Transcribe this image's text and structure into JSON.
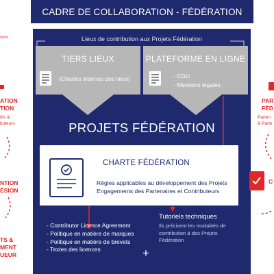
{
  "header": {
    "title": "CADRE DE COLLABORATION - FÉDÉRATION"
  },
  "lieux": {
    "title": "Lieux de contribution aux Projets Fédération"
  },
  "tiers_lieux": {
    "title": "TIERS LIEUX",
    "text": "(Chartes internes des lieux)",
    "icon": "document-icon"
  },
  "plateforme": {
    "title": "PLATEFORME EN LIGNE",
    "items": [
      "- CGU",
      "- Mentions légales"
    ],
    "icon": "document-icon"
  },
  "projets": {
    "title": "PROJETS FÉDÉRATION"
  },
  "charte": {
    "title": "CHARTE FÉDÉRATION",
    "rules": [
      "Règles applicables au développement des Projets",
      "Engagements des Partenaires et Contributeurs"
    ],
    "icon": "certificate-icon"
  },
  "legal_list": [
    "- Contributor Licence Agreement",
    "- Politique en matière de marques",
    "- Politique en matière de brevets",
    "- Textes des licences"
  ],
  "plus_sign": "+",
  "tutoriels": {
    "title": "Tutoriels techniques",
    "desc": "Ils précisent les modalités de contribution à des Projets Fédération"
  },
  "left_side": {
    "top_fragment": "vers",
    "title_lines": [
      "ATION",
      "TION"
    ],
    "sub_lines": [
      "tifs &",
      "buteurs"
    ],
    "mid_lines": [
      "NTION",
      "ÉSION"
    ],
    "bottom_lines": [
      "TS &",
      "MENT",
      "UEUR"
    ]
  },
  "right_side": {
    "title_lines": [
      "PAR",
      "FÉD"
    ],
    "sub_lines": [
      "Parten",
      "& Parte"
    ],
    "mid_line": "C"
  },
  "colors": {
    "navy": "#1f2a6e",
    "red": "#e0282a",
    "gray": "#b7b7b7",
    "white": "#ffffff"
  }
}
